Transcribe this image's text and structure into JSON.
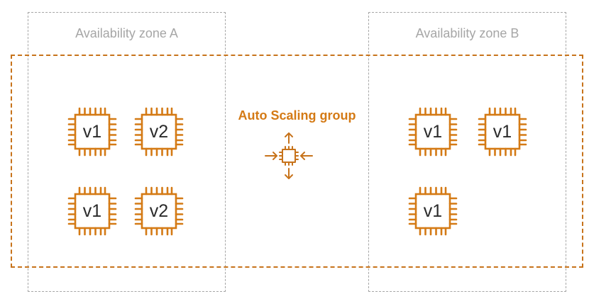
{
  "zones": [
    {
      "label": "Availability zone A"
    },
    {
      "label": "Availability zone B"
    }
  ],
  "auto_scaling_group": {
    "label": "Auto Scaling group",
    "icon": "auto-scaling-icon"
  },
  "instances": {
    "zone_a": [
      {
        "version": "v1"
      },
      {
        "version": "v2"
      },
      {
        "version": "v1"
      },
      {
        "version": "v2"
      }
    ],
    "zone_b": [
      {
        "version": "v1"
      },
      {
        "version": "v1"
      },
      {
        "version": "v1"
      }
    ]
  },
  "colors": {
    "accent": "#d47a15",
    "zone_border": "#a6a6a6",
    "text": "#2b2b2b"
  }
}
